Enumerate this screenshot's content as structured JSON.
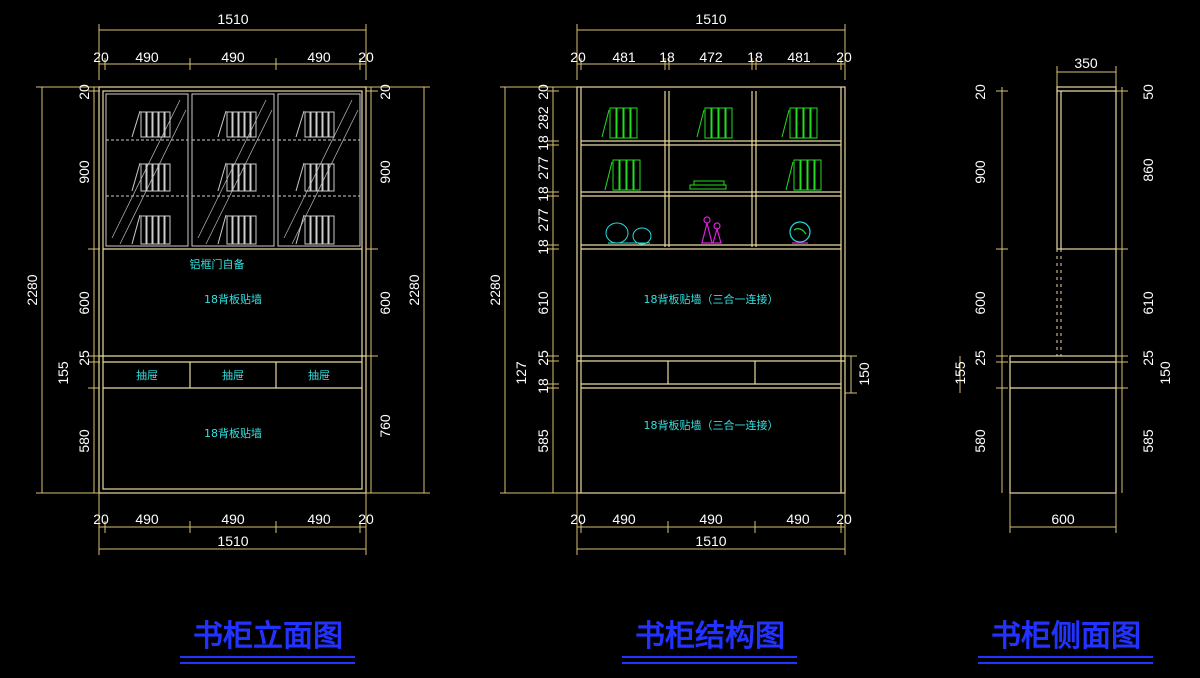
{
  "colors": {
    "background": "#000000",
    "outline": "#e8d9a0",
    "dimension": "#d8c070",
    "text": "#ffffff",
    "label": "#33e0e0",
    "title": "#2233ff",
    "books": "#22dd22",
    "decor": "#dd22dd",
    "globe": "#22dddd"
  },
  "views": [
    {
      "id": "elevation",
      "title": "书柜立面图",
      "top_total": "1510",
      "top_parts": [
        "20",
        "490",
        "490",
        "490",
        "20"
      ],
      "bottom_parts": [
        "20",
        "490",
        "490",
        "490",
        "20"
      ],
      "bottom_total": "1510",
      "left_parts": [
        "20",
        "900",
        "600",
        "25",
        "155",
        "580"
      ],
      "left_total": "2280",
      "right_parts": [
        "20",
        "900",
        "600",
        "760"
      ],
      "right_total": "2280",
      "labels": {
        "door": "铝框门自备",
        "back_upper": "18背板贴墙",
        "back_lower": "18背板贴墙",
        "drawers": [
          "抽屉",
          "抽屉",
          "抽屉"
        ]
      }
    },
    {
      "id": "structure",
      "title": "书柜结构图",
      "top_total": "1510",
      "top_parts": [
        "20",
        "481",
        "18",
        "472",
        "18",
        "481",
        "20"
      ],
      "bottom_parts": [
        "20",
        "490",
        "490",
        "490",
        "20"
      ],
      "bottom_total": "1510",
      "left_parts": [
        "20",
        "282",
        "18",
        "277",
        "18",
        "277",
        "18",
        "610",
        "25",
        "127",
        "18",
        "585"
      ],
      "left_total": "2280",
      "right_parts": [
        "150"
      ],
      "labels": {
        "back_upper": "18背板贴墙（三合一连接）",
        "back_lower": "18背板贴墙（三合一连接）"
      }
    },
    {
      "id": "side",
      "title": "书柜侧面图",
      "top_total": "350",
      "bottom_total": "600",
      "left_parts": [
        "20",
        "900",
        "600",
        "25",
        "155",
        "580"
      ],
      "right_parts": [
        "50",
        "860",
        "610",
        "25",
        "150",
        "585"
      ]
    }
  ]
}
